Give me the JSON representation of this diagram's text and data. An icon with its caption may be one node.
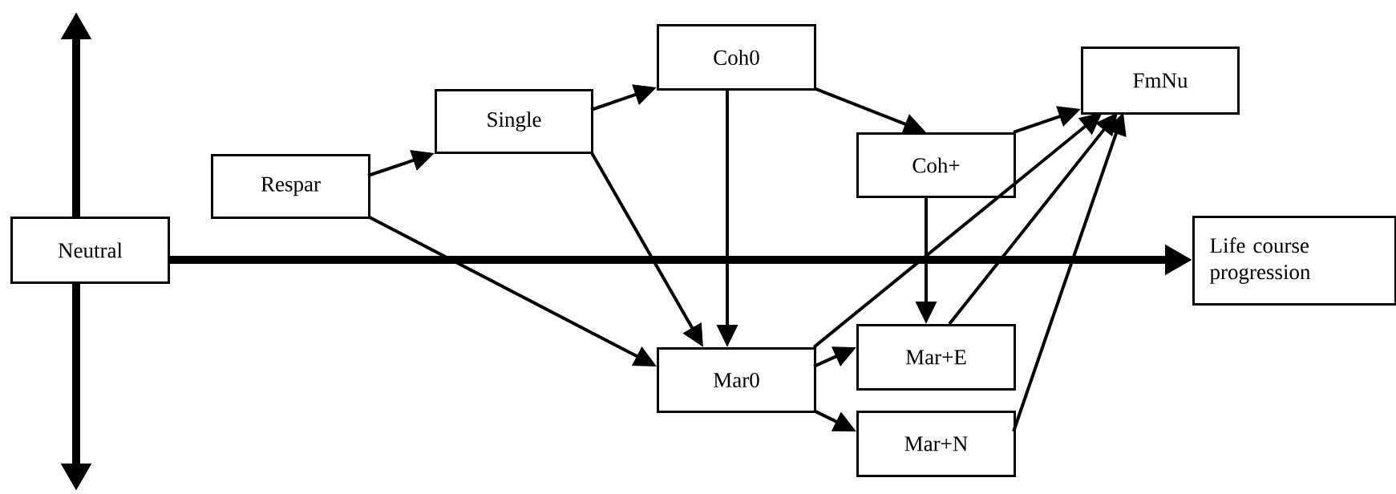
{
  "diagram": {
    "nodes": [
      {
        "text": [
          "Neutral"
        ]
      },
      {
        "text": [
          "Respar"
        ]
      },
      {
        "text": [
          "Single"
        ]
      },
      {
        "text": [
          "Coh0"
        ]
      },
      {
        "text": [
          "Coh+"
        ]
      },
      {
        "text": [
          "FmNu"
        ]
      },
      {
        "text": [
          "Mar0"
        ]
      },
      {
        "text": [
          "Mar+E"
        ]
      },
      {
        "text": [
          "Mar+N"
        ]
      },
      {
        "text": [
          "Life course progression"
        ]
      }
    ],
    "edges": [
      {
        "from": 1,
        "to": 2,
        "arrow": "to"
      },
      {
        "from": 2,
        "to": 3,
        "arrow": "to"
      },
      {
        "from": 3,
        "to": 4,
        "arrow": "to"
      },
      {
        "from": 4,
        "to": 5,
        "arrow": "to"
      },
      {
        "from": 1,
        "to": 6,
        "arrow": "to"
      },
      {
        "from": 2,
        "to": 6,
        "arrow": "to"
      },
      {
        "from": 3,
        "to": 6,
        "arrow": "to"
      },
      {
        "from": 4,
        "to": 7,
        "arrow": "to"
      },
      {
        "from": 6,
        "to": 7,
        "arrow": "to"
      },
      {
        "from": 6,
        "to": 8,
        "arrow": "to"
      },
      {
        "from": 6,
        "to": 5,
        "arrow": "to"
      },
      {
        "from": 7,
        "to": 5,
        "arrow": "to"
      },
      {
        "from": 8,
        "to": 5,
        "arrow": "to"
      },
      {
        "from": 0,
        "to": 9,
        "arrow": "to",
        "style": "thick"
      },
      {
        "from": 0,
        "to": null,
        "arrow": "to",
        "style": "thick"
      },
      {
        "from": 0,
        "to": null,
        "arrow": "to",
        "style": "thick"
      }
    ]
  }
}
